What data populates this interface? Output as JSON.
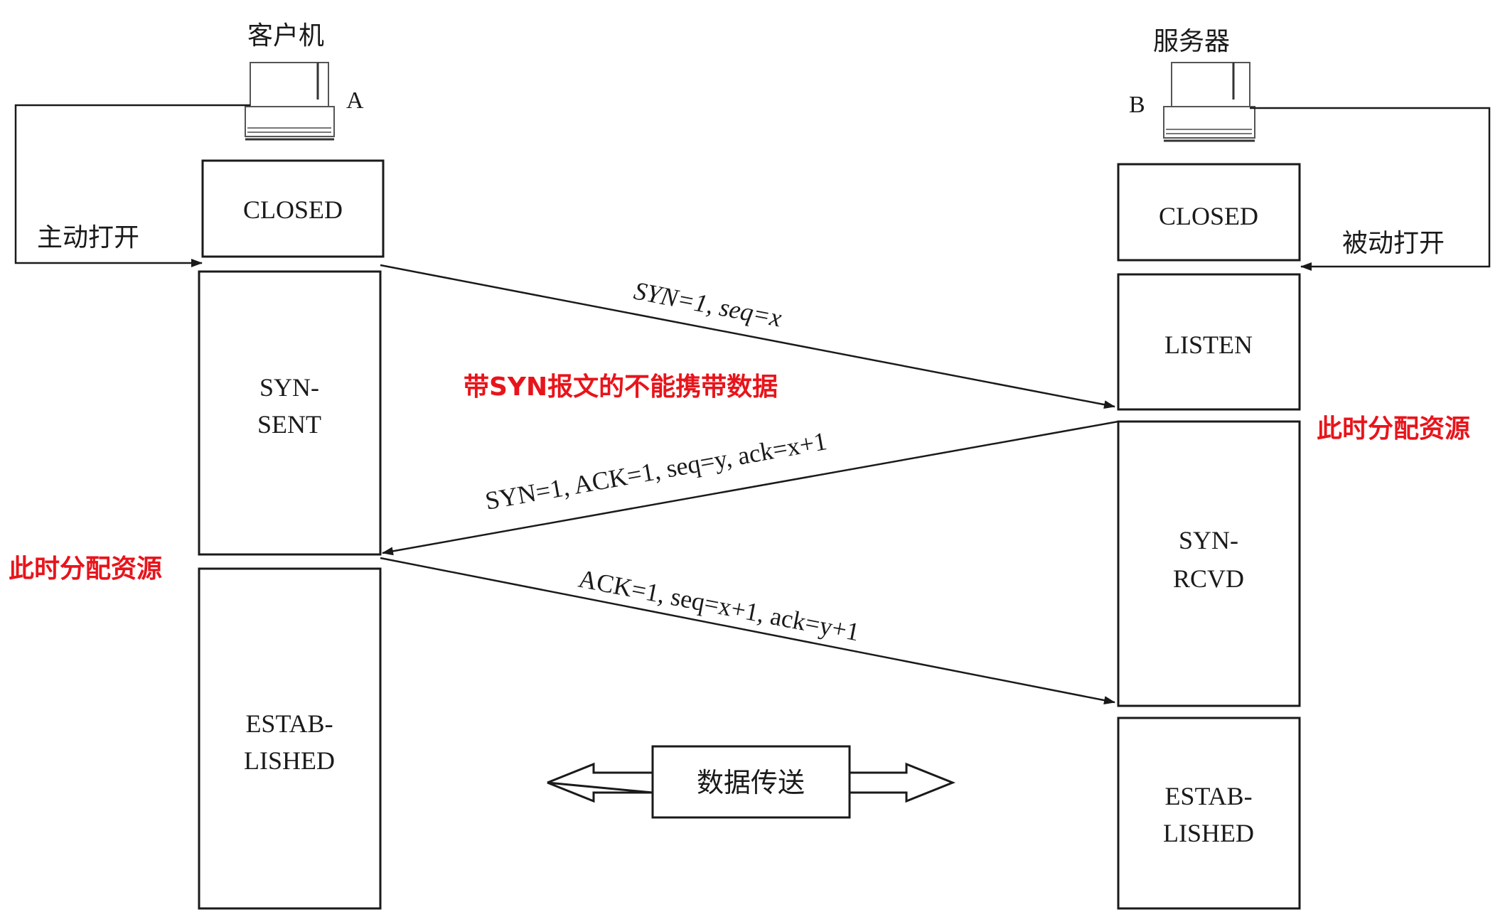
{
  "client": {
    "label": "客户机",
    "id": "A",
    "action": "主动打开",
    "states": [
      "CLOSED",
      "SYN-\nSENT",
      "ESTAB-\nLISHED"
    ],
    "note": "此时分配资源"
  },
  "server": {
    "label": "服务器",
    "id": "B",
    "action": "被动打开",
    "states": [
      "CLOSED",
      "LISTEN",
      "SYN-\nRCVD",
      "ESTAB-\nLISHED"
    ],
    "note": "此时分配资源"
  },
  "messages": [
    {
      "label": "SYN=1, seq=x",
      "from": "client",
      "to": "server"
    },
    {
      "label": "SYN=1, ACK=1, seq=y, ack=x+1",
      "from": "server",
      "to": "client"
    },
    {
      "label": "ACK=1, seq=x+1, ack=y+1",
      "from": "client",
      "to": "server"
    }
  ],
  "annotation_syn": "带SYN报文的不能携带数据",
  "data_transfer": "数据传送",
  "colors": {
    "ink": "#1a1a1a",
    "annotation": "#e8141b"
  }
}
